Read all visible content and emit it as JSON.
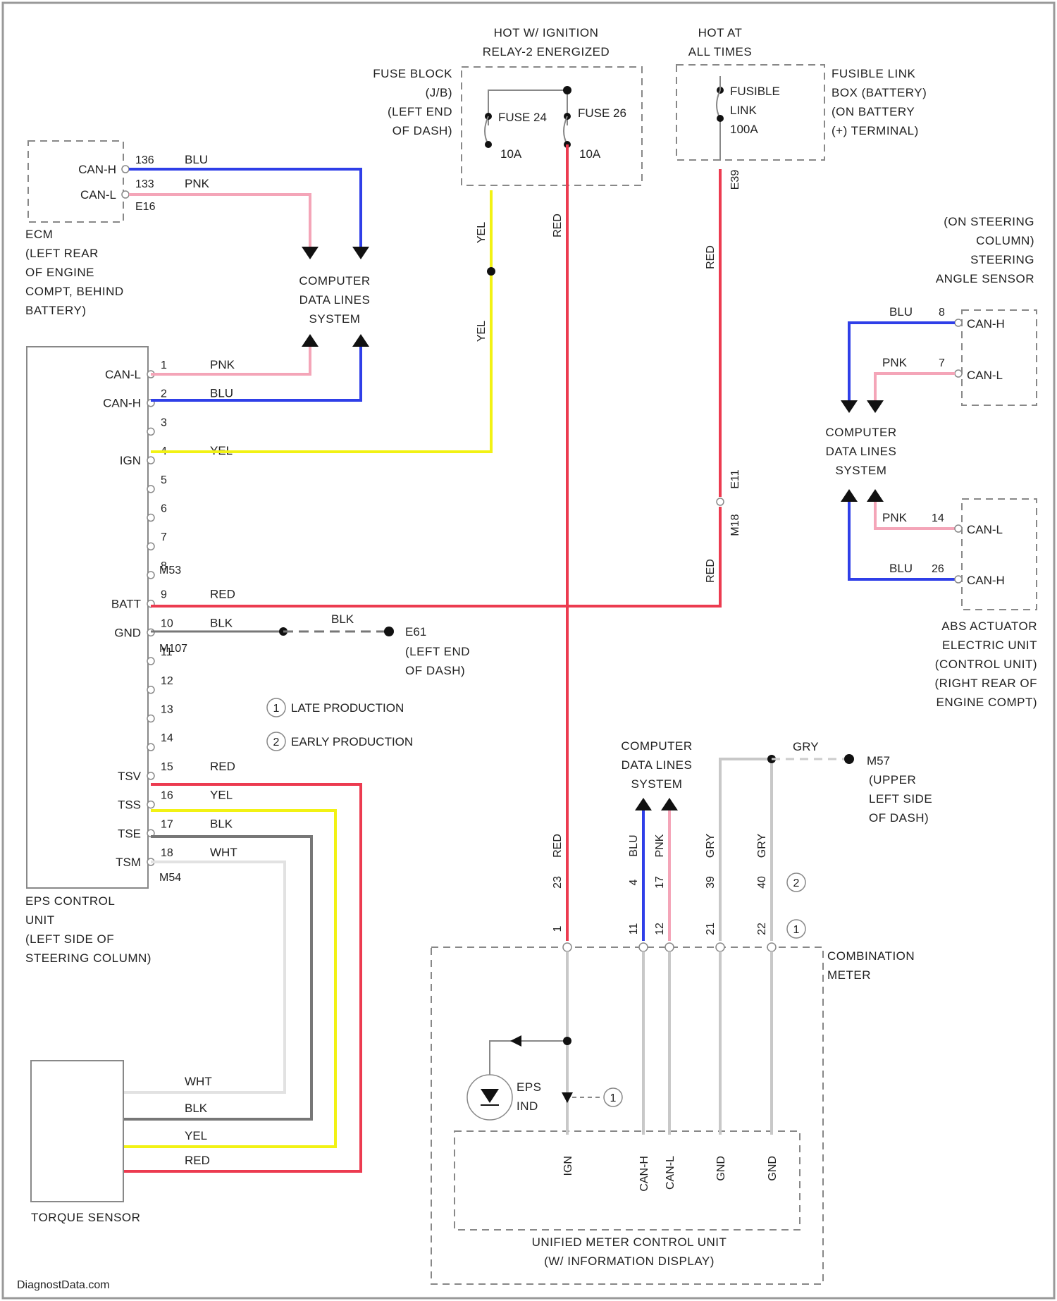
{
  "power": {
    "hot_ign": "HOT W/ IGNITION\nRELAY-2 ENERGIZED",
    "hot_all": "HOT AT\nALL TIMES",
    "fuse_block": "FUSE BLOCK\n(J/B)\n(LEFT END\nOF DASH)",
    "fuse_24": "FUSE 24",
    "fuse_24_amp": "10A",
    "fuse_26": "FUSE 26",
    "fuse_26_amp": "10A",
    "fusible_link": "FUSIBLE\nLINK\n100A",
    "fusible_box": "FUSIBLE LINK\nBOX (BATTERY)\n(ON BATTERY\n(+) TERMINAL)",
    "e39": "E39"
  },
  "ecm": {
    "canh": "CAN-H",
    "canl": "CAN-L",
    "pin_h": "136",
    "pin_l": "133",
    "conn": "E16",
    "label": "ECM\n(LEFT REAR\nOF ENGINE\nCOMPT, BEHIND\nBATTERY)",
    "blu": "BLU",
    "pnk": "PNK"
  },
  "cdl": "COMPUTER\nDATA LINES\nSYSTEM",
  "eps": {
    "pins": [
      {
        "num": "1",
        "sig": "CAN-L",
        "color": "PNK"
      },
      {
        "num": "2",
        "sig": "CAN-H",
        "color": "BLU"
      },
      {
        "num": "3",
        "sig": "",
        "color": ""
      },
      {
        "num": "4",
        "sig": "IGN",
        "color": "YEL"
      },
      {
        "num": "5",
        "sig": "",
        "color": ""
      },
      {
        "num": "6",
        "sig": "",
        "color": ""
      },
      {
        "num": "7",
        "sig": "",
        "color": ""
      },
      {
        "num": "8",
        "sig": "",
        "color": ""
      },
      {
        "num": "9",
        "sig": "BATT",
        "color": "RED"
      },
      {
        "num": "10",
        "sig": "GND",
        "color": "BLK"
      },
      {
        "num": "11",
        "sig": "",
        "color": ""
      },
      {
        "num": "12",
        "sig": "",
        "color": ""
      },
      {
        "num": "13",
        "sig": "",
        "color": ""
      },
      {
        "num": "14",
        "sig": "",
        "color": ""
      },
      {
        "num": "15",
        "sig": "TSV",
        "color": "RED"
      },
      {
        "num": "16",
        "sig": "TSS",
        "color": "YEL"
      },
      {
        "num": "17",
        "sig": "TSE",
        "color": "BLK"
      },
      {
        "num": "18",
        "sig": "TSM",
        "color": "WHT"
      }
    ],
    "m53": "M53",
    "m107": "M107",
    "m54": "M54",
    "label": "EPS CONTROL\nUNIT\n(LEFT SIDE OF\nSTEERING COLUMN)"
  },
  "ground_e61": {
    "color": "BLK",
    "id": "E61",
    "loc": "(LEFT END\nOF DASH)"
  },
  "legend": {
    "late": "LATE PRODUCTION",
    "early": "EARLY PRODUCTION",
    "n1": "1",
    "n2": "2"
  },
  "steering_sensor": {
    "label": "(ON STEERING\nCOLUMN)\nSTEERING\nANGLE SENSOR",
    "pin_h": "8",
    "pin_l": "7",
    "canh": "CAN-H",
    "canl": "CAN-L",
    "blu": "BLU",
    "pnk": "PNK"
  },
  "abs": {
    "label": "ABS ACTUATOR\nELECTRIC UNIT\n(CONTROL UNIT)\n(RIGHT REAR OF\nENGINE COMPT)",
    "pin_l": "14",
    "pin_h": "26",
    "canl": "CAN-L",
    "canh": "CAN-H",
    "pnk": "PNK",
    "blu": "BLU"
  },
  "e11": "E11",
  "m18": "M18",
  "red": "RED",
  "yel": "YEL",
  "meter": {
    "label": "COMBINATION\nMETER",
    "unit": "UNIFIED METER CONTROL UNIT\n(W/ INFORMATION DISPLAY)",
    "ground": {
      "color": "GRY",
      "id": "M57",
      "loc": "(UPPER\nLEFT SIDE\nOF DASH)"
    },
    "wires": [
      {
        "pin_early": "23",
        "pin_late": "1",
        "color": "RED",
        "sig": "IGN"
      },
      {
        "pin_early": "4",
        "pin_late": "11",
        "color": "BLU",
        "sig": "CAN-H"
      },
      {
        "pin_early": "17",
        "pin_late": "12",
        "color": "PNK",
        "sig": "CAN-L"
      },
      {
        "pin_early": "39",
        "pin_late": "21",
        "color": "GRY",
        "sig": "GND"
      },
      {
        "pin_early": "40",
        "pin_late": "22",
        "color": "GRY",
        "sig": "GND"
      }
    ],
    "eps_ind": "EPS\nIND"
  },
  "torque": {
    "label": "TORQUE SENSOR",
    "colors": [
      "WHT",
      "BLK",
      "YEL",
      "RED"
    ]
  },
  "watermark": "DiagnostData.com"
}
